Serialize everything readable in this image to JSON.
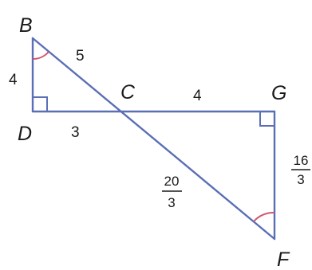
{
  "points": {
    "B": "B",
    "C": "C",
    "D": "D",
    "F": "F",
    "G": "G"
  },
  "lengths": {
    "BC": "5",
    "BD": "4",
    "DC": "3",
    "CG": "4",
    "CF": {
      "numerator": "20",
      "denominator": "3"
    },
    "GF": {
      "numerator": "16",
      "denominator": "3"
    }
  },
  "colors": {
    "segments": "#5a6fb5",
    "angle_arcs": "#d2566b",
    "text": "#1a1a1a"
  }
}
